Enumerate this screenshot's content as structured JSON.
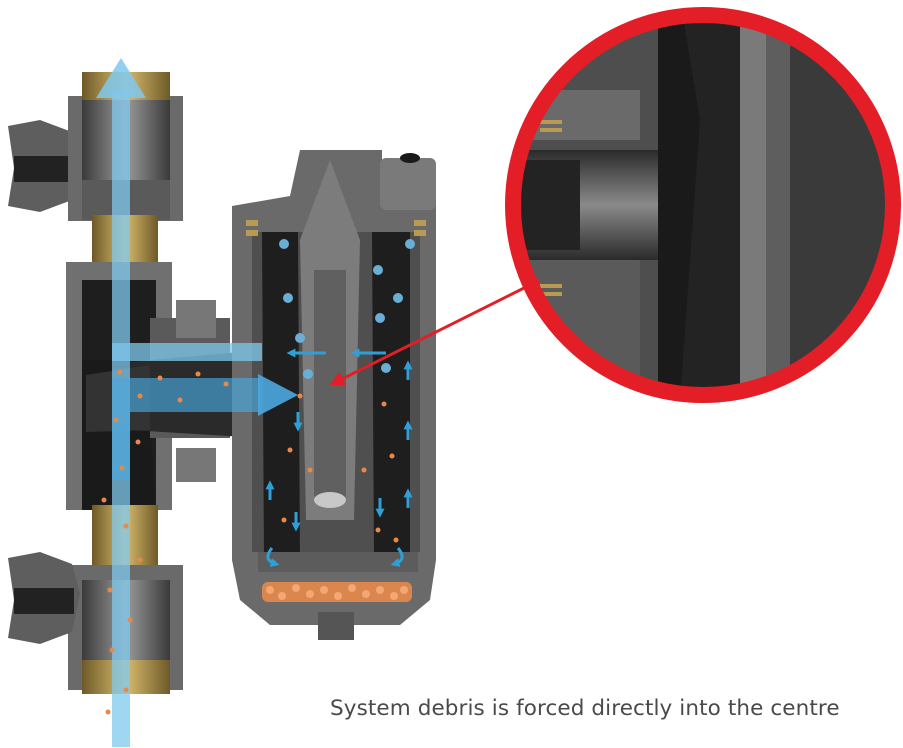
{
  "caption": "System debris is forced directly into the centre",
  "colors": {
    "body_dark": "#4d4d4d",
    "body_mid": "#6f6f6f",
    "body_light": "#8c8c8c",
    "black": "#1c1c1c",
    "brass": "#b89a52",
    "flow_arrow": "#2f9fd8",
    "flow_arrow_light": "#7fc8ee",
    "debris": "#e8894a",
    "magnifier_ring": "#e31e26",
    "pointer_arrow": "#e31e26"
  },
  "icons": [
    "flow-up-arrow",
    "flow-right-arrow",
    "circulation-arrows",
    "magnifier-ring",
    "pointer-arrow"
  ]
}
